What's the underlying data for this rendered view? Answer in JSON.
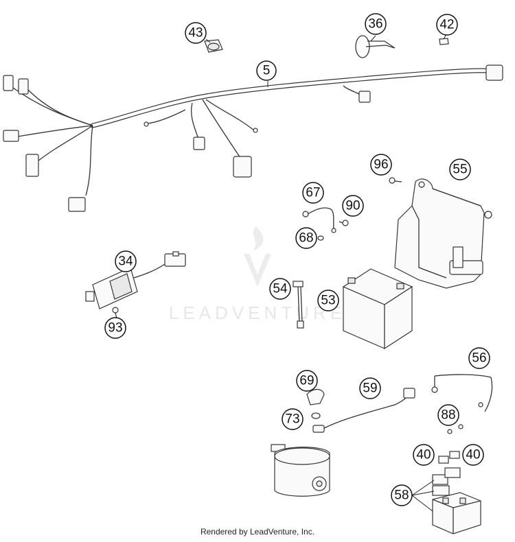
{
  "watermark": {
    "brand": "LEADVENTURE"
  },
  "footer": {
    "text": "Rendered by LeadVenture, Inc."
  },
  "callouts": {
    "c5": "5",
    "c36": "36",
    "c42": "42",
    "c43": "43",
    "c34": "34",
    "c93": "93",
    "c96": "96",
    "c55": "55",
    "c67": "67",
    "c90": "90",
    "c68": "68",
    "c54": "54",
    "c53": "53",
    "c56": "56",
    "c69": "69",
    "c59": "59",
    "c73": "73",
    "c88": "88",
    "c40a": "40",
    "c40b": "40",
    "c58": "58"
  }
}
